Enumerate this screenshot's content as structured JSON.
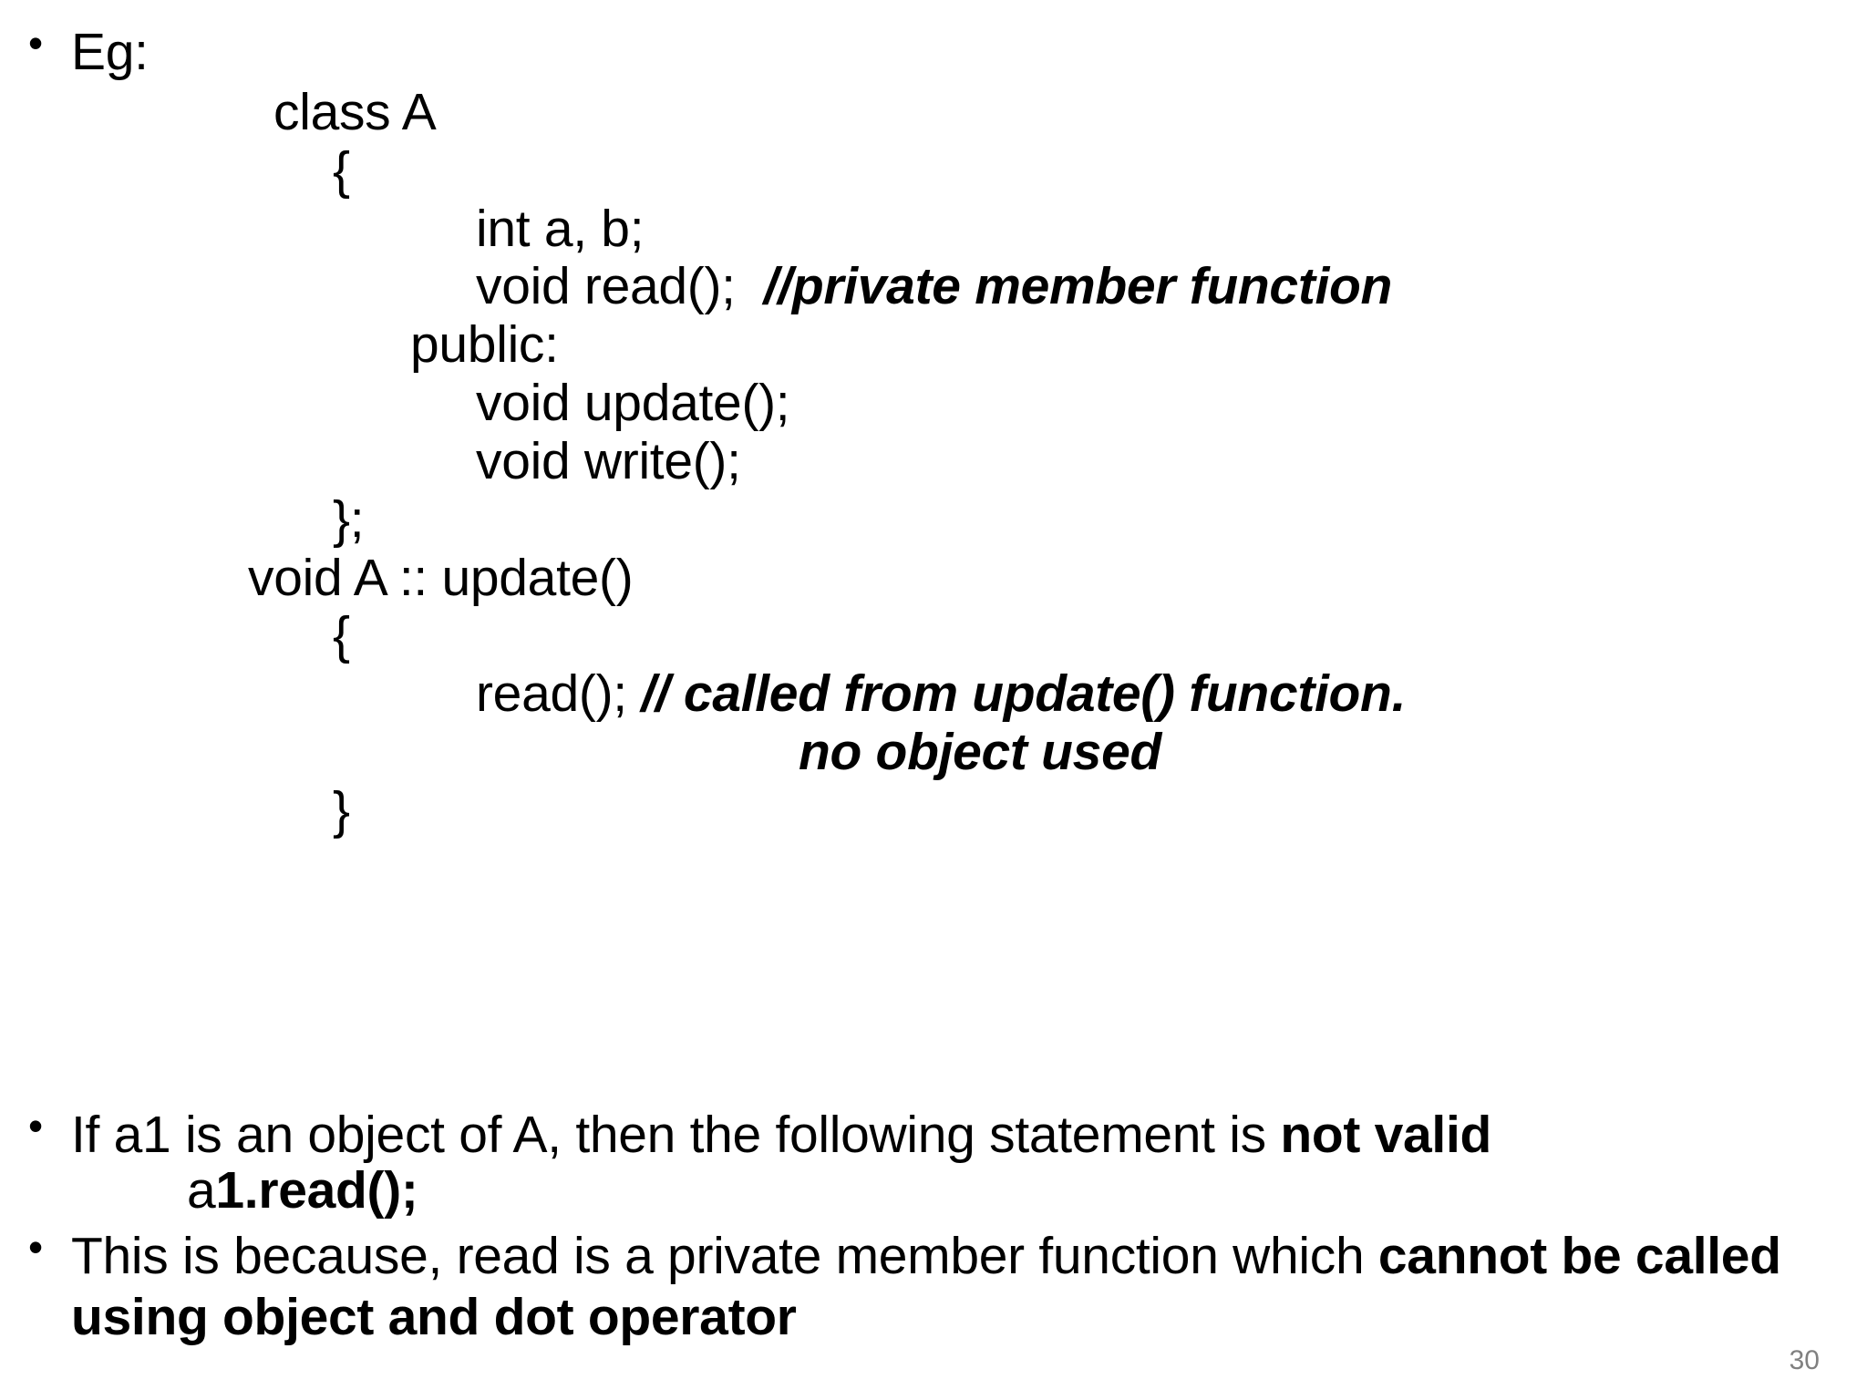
{
  "slide": {
    "page_number": "30",
    "bullet_glyph": "•",
    "accent_color": "#000000",
    "page_number_color": "#808080"
  },
  "bullets": {
    "eg": {
      "label": "Eg:"
    },
    "not_valid": {
      "text_plain": "If a1 is an object of A, then the following statement is ",
      "text_bold": "not valid"
    },
    "a1_read": {
      "prefix": "a",
      "bold": "1.read();"
    },
    "because": {
      "text_plain_1": "This is because, read is a private member function which ",
      "text_bold_1": "cannot be called using object and dot operator"
    }
  },
  "code": {
    "lines": [
      {
        "indent": "indent-1",
        "text": "class A"
      },
      {
        "indent": "indent-2",
        "text": "{"
      },
      {
        "indent": "indent-3",
        "text": "int a, b;"
      },
      {
        "indent": "indent-3",
        "text": "void read();  ",
        "comment": "//private member function"
      },
      {
        "indent": "indent-pub",
        "text": "public:"
      },
      {
        "indent": "indent-3",
        "text": "void update();"
      },
      {
        "indent": "indent-3",
        "text": "void write();"
      },
      {
        "indent": "indent-2",
        "text": "};"
      },
      {
        "indent": "indent-fn",
        "text": "void A :: update()"
      },
      {
        "indent": "indent-2",
        "text": "{"
      },
      {
        "indent": "indent-3",
        "text": "read(); ",
        "comment": "// called from update() function."
      },
      {
        "indent": "",
        "text": "",
        "comment_center": "no object used"
      },
      {
        "indent": "indent-2",
        "text": "}"
      }
    ],
    "l0_class_a": "class A",
    "l1_open_brace": "{",
    "l2_int_ab": "int a, b;",
    "l3_void_read": "void read();  ",
    "l3_comment": "//private member function",
    "l4_public": "public:",
    "l5_void_update": "void update();",
    "l6_void_write": "void write();",
    "l7_close_brace_semi": "};",
    "l8_void_a_update": "void A :: update()",
    "l9_open_brace": "{",
    "l10_read_call": "read(); ",
    "l10_comment": "// called from update() function.",
    "l11_comment_cont": "no object used",
    "l12_close_brace": "}"
  }
}
